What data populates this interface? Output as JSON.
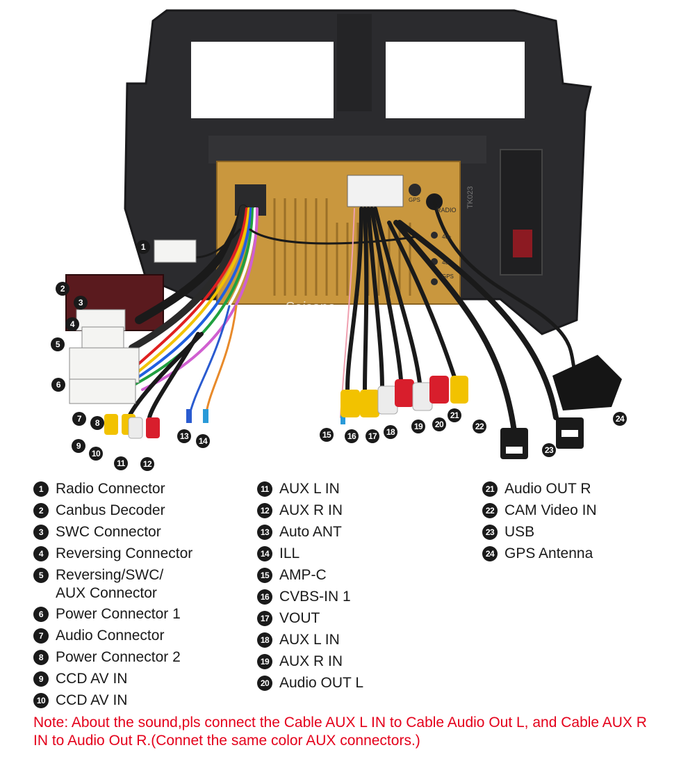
{
  "watermark": "Seicane",
  "unit_markings": {
    "radio": "RADIO",
    "gps_top": "GPS",
    "gps_bottom": "GPS",
    "forty_a": "40+",
    "forty_b": "40-",
    "model": "TK023"
  },
  "callouts": [
    "1",
    "2",
    "3",
    "4",
    "5",
    "6",
    "7",
    "8",
    "9",
    "10",
    "11",
    "12",
    "13",
    "14",
    "15",
    "16",
    "17",
    "18",
    "19",
    "20",
    "21",
    "22",
    "23",
    "24"
  ],
  "legend": {
    "col1": [
      {
        "num": "1",
        "label": "Radio Connector"
      },
      {
        "num": "2",
        "label": "Canbus Decoder"
      },
      {
        "num": "3",
        "label": "SWC Connector"
      },
      {
        "num": "4",
        "label": "Reversing Connector"
      },
      {
        "num": "5",
        "label": "Reversing/SWC/\nAUX Connector"
      },
      {
        "num": "6",
        "label": "Power Connector 1"
      },
      {
        "num": "7",
        "label": "Audio Connector"
      },
      {
        "num": "8",
        "label": "Power Connector 2"
      },
      {
        "num": "9",
        "label": "CCD AV IN"
      },
      {
        "num": "10",
        "label": "CCD AV IN"
      }
    ],
    "col2": [
      {
        "num": "11",
        "label": "AUX L IN"
      },
      {
        "num": "12",
        "label": "AUX R IN"
      },
      {
        "num": "13",
        "label": "Auto ANT"
      },
      {
        "num": "14",
        "label": "ILL"
      },
      {
        "num": "15",
        "label": "AMP-C"
      },
      {
        "num": "16",
        "label": "CVBS-IN 1"
      },
      {
        "num": "17",
        "label": "VOUT"
      },
      {
        "num": "18",
        "label": "AUX L IN"
      },
      {
        "num": "19",
        "label": "AUX R IN"
      },
      {
        "num": "20",
        "label": "Audio OUT L"
      }
    ],
    "col3": [
      {
        "num": "21",
        "label": "Audio OUT R"
      },
      {
        "num": "22",
        "label": "CAM Video IN"
      },
      {
        "num": "23",
        "label": "USB"
      },
      {
        "num": "24",
        "label": "GPS Antenna"
      }
    ]
  },
  "note": "Note: About the sound,pls connect the Cable AUX L IN to Cable Audio Out L, and Cable AUX R IN to  Audio Out R.(Connet the same color AUX connectors.)",
  "colors": {
    "note_red": "#e4001b",
    "callout_black": "#1a1a1a",
    "unit_gold": "#c9973e",
    "frame_dark": "#2a2a2c",
    "rca_red": "#d81e2c",
    "rca_yellow": "#f2c200",
    "rca_white": "#ececec"
  }
}
